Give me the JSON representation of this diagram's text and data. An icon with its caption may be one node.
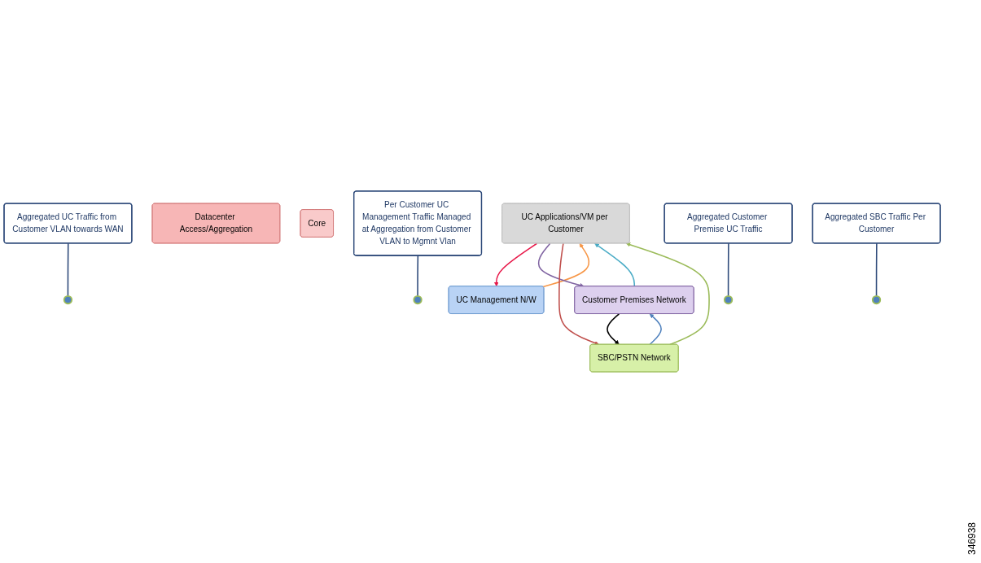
{
  "diagram": {
    "nodes": [
      {
        "text": [
          "UC Applications/VM per Customer"
        ]
      },
      {
        "text": [
          "Datacenter Access/Aggregation"
        ]
      },
      {
        "text": [
          "Core"
        ]
      },
      {
        "text": [
          "UC Management N/W"
        ]
      },
      {
        "text": [
          "SBC/PSTN Network"
        ]
      },
      {
        "text": [
          "Customer Premises Network"
        ]
      },
      {
        "text": [
          "Per Customer UC Management Traffic Managed at Aggregation from Customer VLAN to Mgmnt Vlan"
        ]
      },
      {
        "text": [
          "Aggregated UC Traffic from Customer VLAN towards WAN"
        ]
      },
      {
        "text": [
          "Aggregated Customer Premise UC Traffic"
        ]
      },
      {
        "text": [
          "Aggregated SBC Traffic Per Customer"
        ]
      },
      {
        "text": [],
        "shape": "ellipse"
      },
      {
        "text": [],
        "shape": "ellipse"
      },
      {
        "text": [],
        "shape": "ellipse"
      },
      {
        "text": [],
        "shape": "ellipse"
      }
    ],
    "edges": [
      {
        "from": 0,
        "to": 3,
        "arrow": "to",
        "color": "#e8194a"
      },
      {
        "from": 3,
        "to": 0,
        "arrow": "to",
        "color": "#f79646"
      },
      {
        "from": 0,
        "to": 5,
        "arrow": "to",
        "color": "#8064a2"
      },
      {
        "from": 5,
        "to": 0,
        "arrow": "to",
        "color": "#4bacc6"
      },
      {
        "from": 0,
        "to": 4,
        "arrow": "to",
        "color": "#c0504d"
      },
      {
        "from": 4,
        "to": 0,
        "arrow": "to",
        "color": "#9bbb59"
      },
      {
        "from": 4,
        "to": 5,
        "arrow": "to",
        "color": "#4f81bd"
      },
      {
        "from": 5,
        "to": 4,
        "arrow": "to",
        "color": "#000000"
      },
      {
        "from": 6,
        "to": 11,
        "arrow": "none",
        "color": "#2e4a7a"
      },
      {
        "from": 7,
        "to": 10,
        "arrow": "none",
        "color": "#2e4a7a"
      },
      {
        "from": 8,
        "to": 12,
        "arrow": "none",
        "color": "#2e4a7a"
      },
      {
        "from": 9,
        "to": 13,
        "arrow": "none",
        "color": "#2e4a7a"
      }
    ],
    "labels": [
      "346938"
    ]
  }
}
